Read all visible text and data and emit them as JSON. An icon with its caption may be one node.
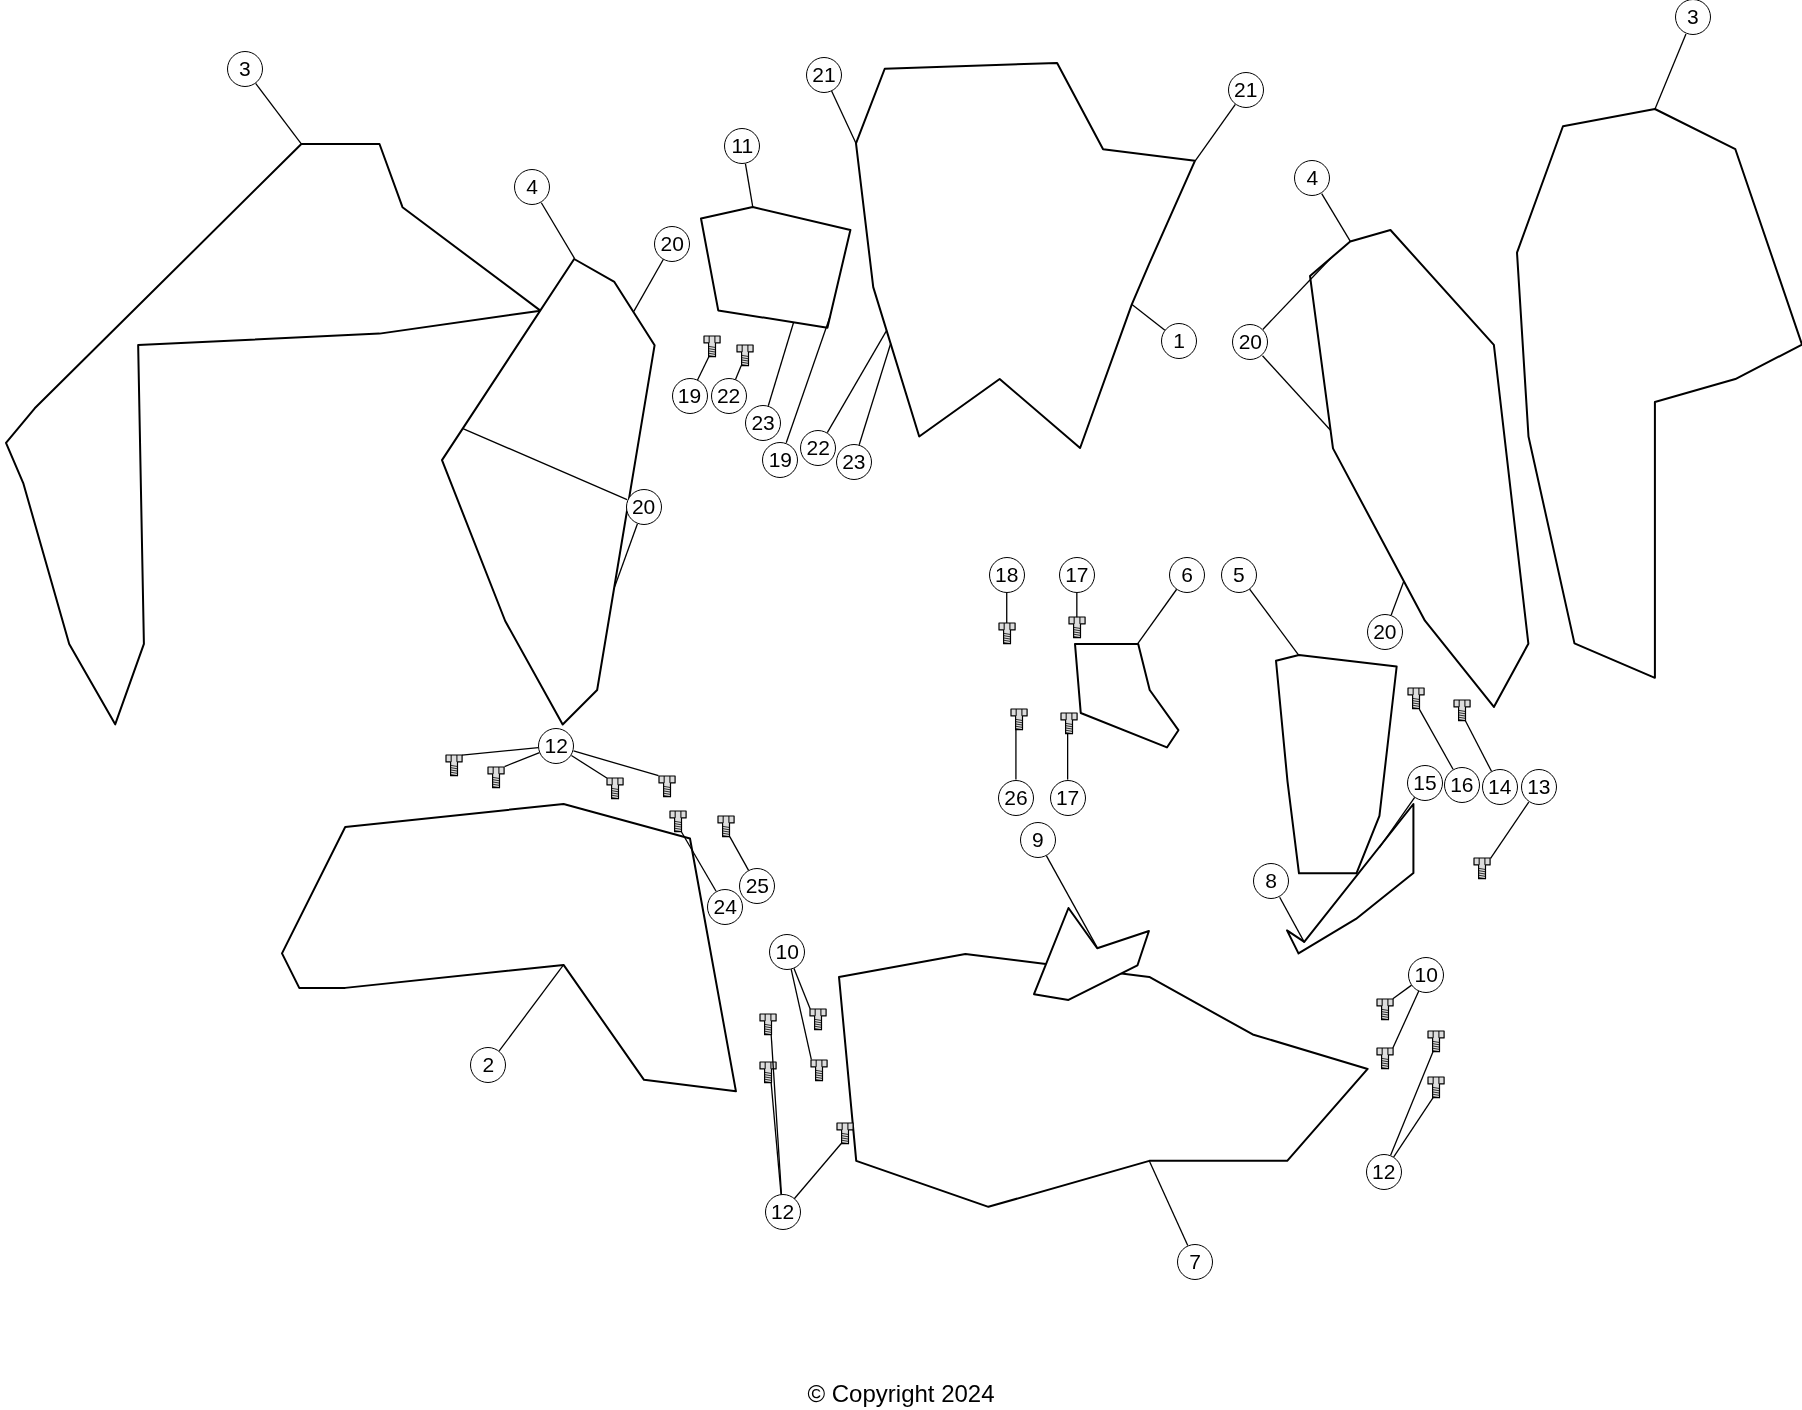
{
  "diagram": {
    "nodes": [
      {
        "text": [
          "3"
        ]
      },
      {
        "text": [
          "21"
        ]
      },
      {
        "text": [
          "21"
        ]
      },
      {
        "text": [
          "11"
        ]
      },
      {
        "text": [
          "4"
        ]
      },
      {
        "text": [
          "4"
        ]
      },
      {
        "text": [
          "3"
        ]
      },
      {
        "text": [
          "20"
        ]
      },
      {
        "text": [
          "1"
        ]
      },
      {
        "text": [
          "20"
        ]
      },
      {
        "text": [
          "19"
        ]
      },
      {
        "text": [
          "22"
        ]
      },
      {
        "text": [
          "23"
        ]
      },
      {
        "text": [
          "19"
        ]
      },
      {
        "text": [
          "22"
        ]
      },
      {
        "text": [
          "23"
        ]
      },
      {
        "text": [
          "20"
        ]
      },
      {
        "text": [
          "18"
        ]
      },
      {
        "text": [
          "17"
        ]
      },
      {
        "text": [
          "6"
        ]
      },
      {
        "text": [
          "5"
        ]
      },
      {
        "text": [
          "20"
        ]
      },
      {
        "text": [
          "12"
        ]
      },
      {
        "text": [
          "15"
        ]
      },
      {
        "text": [
          "16"
        ]
      },
      {
        "text": [
          "14"
        ]
      },
      {
        "text": [
          "13"
        ]
      },
      {
        "text": [
          "26"
        ]
      },
      {
        "text": [
          "17"
        ]
      },
      {
        "text": [
          "9"
        ]
      },
      {
        "text": [
          "25"
        ]
      },
      {
        "text": [
          "24"
        ]
      },
      {
        "text": [
          "8"
        ]
      },
      {
        "text": [
          "10"
        ]
      },
      {
        "text": [
          "10"
        ]
      },
      {
        "text": [
          "2"
        ]
      },
      {
        "text": [
          "12"
        ]
      },
      {
        "text": [
          "12"
        ]
      },
      {
        "text": [
          "7"
        ]
      },
      {
        "text": [],
        "shape": "picture"
      },
      {
        "text": [],
        "shape": "picture"
      },
      {
        "text": [],
        "shape": "picture"
      },
      {
        "text": [],
        "shape": "picture"
      },
      {
        "text": [],
        "shape": "picture"
      },
      {
        "text": [],
        "shape": "picture"
      },
      {
        "text": [],
        "shape": "picture"
      },
      {
        "text": [],
        "shape": "picture"
      },
      {
        "text": [],
        "shape": "picture"
      },
      {
        "text": [],
        "shape": "picture"
      },
      {
        "text": [],
        "shape": "picture"
      },
      {
        "text": [],
        "shape": "picture"
      },
      {
        "text": [],
        "shape": "picture"
      },
      {
        "text": [],
        "shape": "picture"
      },
      {
        "text": [],
        "shape": "picture"
      },
      {
        "text": [],
        "shape": "picture"
      },
      {
        "text": [],
        "shape": "picture"
      },
      {
        "text": [],
        "shape": "picture"
      },
      {
        "text": [],
        "shape": "picture"
      },
      {
        "text": [],
        "shape": "picture"
      },
      {
        "text": [],
        "shape": "picture"
      },
      {
        "text": [],
        "shape": "picture"
      },
      {
        "text": [],
        "shape": "picture"
      },
      {
        "text": [],
        "shape": "picture"
      },
      {
        "text": [],
        "shape": "picture"
      },
      {
        "text": [],
        "shape": "picture"
      },
      {
        "text": [],
        "shape": "picture"
      },
      {
        "text": [],
        "shape": "picture"
      },
      {
        "text": [],
        "shape": "picture"
      },
      {
        "text": [],
        "shape": "picture"
      },
      {
        "text": [],
        "shape": "picture"
      },
      {
        "text": [],
        "shape": "picture"
      },
      {
        "text": [],
        "shape": "picture"
      },
      {
        "text": [],
        "shape": "picture"
      },
      {
        "text": [],
        "shape": "picture"
      },
      {
        "text": [],
        "shape": "picture"
      }
    ],
    "edges": [
      {
        "from": 0,
        "to": 39,
        "arrow": "none"
      },
      {
        "from": 1,
        "to": 42,
        "arrow": "none"
      },
      {
        "from": 2,
        "to": 42,
        "arrow": "none"
      },
      {
        "from": 3,
        "to": 41,
        "arrow": "none"
      },
      {
        "from": 4,
        "to": 40,
        "arrow": "none"
      },
      {
        "from": 5,
        "to": 43,
        "arrow": "none"
      },
      {
        "from": 6,
        "to": 44,
        "arrow": "none"
      },
      {
        "from": 7,
        "to": 40,
        "arrow": "none"
      },
      {
        "from": 8,
        "to": 42,
        "arrow": "none"
      },
      {
        "from": 9,
        "to": 43,
        "arrow": "none"
      },
      {
        "from": 9,
        "to": 43,
        "arrow": "none"
      },
      {
        "from": 10,
        "to": 51,
        "arrow": "none"
      },
      {
        "from": 11,
        "to": 52,
        "arrow": "none"
      },
      {
        "from": 12,
        "to": 41,
        "arrow": "none"
      },
      {
        "from": 13,
        "to": 41,
        "arrow": "none"
      },
      {
        "from": 14,
        "to": 42,
        "arrow": "none"
      },
      {
        "from": 15,
        "to": 42,
        "arrow": "none"
      },
      {
        "from": 16,
        "to": 40,
        "arrow": "none"
      },
      {
        "from": 16,
        "to": 40,
        "arrow": "none"
      },
      {
        "from": 17,
        "to": 53,
        "arrow": "none"
      },
      {
        "from": 18,
        "to": 54,
        "arrow": "none"
      },
      {
        "from": 19,
        "to": 45,
        "arrow": "none"
      },
      {
        "from": 20,
        "to": 46,
        "arrow": "none"
      },
      {
        "from": 21,
        "to": 43,
        "arrow": "none"
      },
      {
        "from": 22,
        "to": 55,
        "arrow": "none"
      },
      {
        "from": 22,
        "to": 56,
        "arrow": "none"
      },
      {
        "from": 22,
        "to": 57,
        "arrow": "none"
      },
      {
        "from": 22,
        "to": 58,
        "arrow": "none"
      },
      {
        "from": 23,
        "to": 49,
        "arrow": "none"
      },
      {
        "from": 24,
        "to": 59,
        "arrow": "none"
      },
      {
        "from": 25,
        "to": 60,
        "arrow": "none"
      },
      {
        "from": 26,
        "to": 61,
        "arrow": "none"
      },
      {
        "from": 27,
        "to": 62,
        "arrow": "none"
      },
      {
        "from": 28,
        "to": 63,
        "arrow": "none"
      },
      {
        "from": 29,
        "to": 50,
        "arrow": "none"
      },
      {
        "from": 30,
        "to": 64,
        "arrow": "none"
      },
      {
        "from": 31,
        "to": 65,
        "arrow": "none"
      },
      {
        "from": 32,
        "to": 49,
        "arrow": "none"
      },
      {
        "from": 33,
        "to": 66,
        "arrow": "none"
      },
      {
        "from": 33,
        "to": 67,
        "arrow": "none"
      },
      {
        "from": 34,
        "to": 68,
        "arrow": "none"
      },
      {
        "from": 34,
        "to": 69,
        "arrow": "none"
      },
      {
        "from": 35,
        "to": 47,
        "arrow": "none"
      },
      {
        "from": 36,
        "to": 70,
        "arrow": "none"
      },
      {
        "from": 36,
        "to": 71,
        "arrow": "none"
      },
      {
        "from": 36,
        "to": 72,
        "arrow": "none"
      },
      {
        "from": 37,
        "to": 73,
        "arrow": "none"
      },
      {
        "from": 37,
        "to": 74,
        "arrow": "none"
      },
      {
        "from": 38,
        "to": 48,
        "arrow": "none"
      }
    ],
    "labels": [
      "© Copyright 2024"
    ]
  }
}
